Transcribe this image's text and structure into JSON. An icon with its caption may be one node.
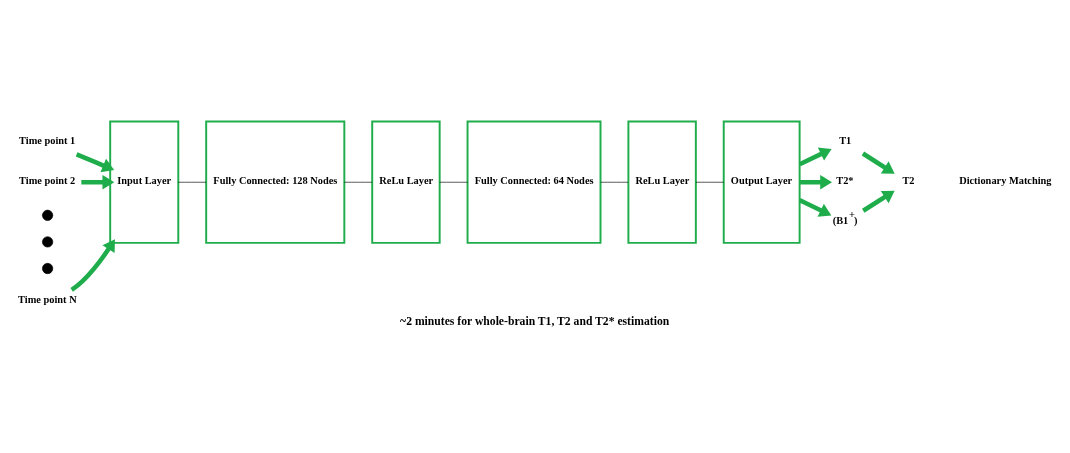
{
  "diagram": {
    "caption": "~2 minutes for whole-brain T1, T2 and T2* estimation",
    "nodes": [
      {
        "text": [
          "Time point 1"
        ]
      },
      {
        "text": [
          "Time point 2"
        ]
      },
      {
        "text": [],
        "shape": "circle"
      },
      {
        "text": [],
        "shape": "circle"
      },
      {
        "text": [],
        "shape": "circle"
      },
      {
        "text": [
          "Time point N"
        ]
      },
      {
        "text": [
          "Input Layer"
        ]
      },
      {
        "text": [
          "Fully Connected: 128 Nodes"
        ]
      },
      {
        "text": [
          "ReLu Layer"
        ]
      },
      {
        "text": [
          "Fully Connected: 64 Nodes"
        ]
      },
      {
        "text": [
          "ReLu Layer"
        ]
      },
      {
        "text": [
          "Output Layer"
        ]
      },
      {
        "text": [
          "T1"
        ]
      },
      {
        "text": [
          "T2*"
        ]
      },
      {
        "text": [
          "(B1$^{+}$)"
        ]
      },
      {
        "text": [
          "T2"
        ]
      }
    ],
    "edges": [
      {
        "from": 0,
        "to": 6,
        "arrow": "to"
      },
      {
        "from": 1,
        "to": 6,
        "arrow": "to"
      },
      {
        "from": 5,
        "to": 6,
        "arrow": "to"
      },
      {
        "from": 6,
        "to": 7,
        "arrow": "none",
        "color": "#000000"
      },
      {
        "from": 7,
        "to": 8,
        "arrow": "none",
        "color": "#000000"
      },
      {
        "from": 8,
        "to": 9,
        "arrow": "none",
        "color": "#000000"
      },
      {
        "from": 9,
        "to": 10,
        "arrow": "none",
        "color": "#000000"
      },
      {
        "from": 10,
        "to": 11,
        "arrow": "none",
        "color": "#000000"
      },
      {
        "from": 11,
        "to": 12,
        "arrow": "to"
      },
      {
        "from": 11,
        "to": 13,
        "arrow": "to"
      },
      {
        "from": 11,
        "to": 14,
        "arrow": "to"
      },
      {
        "from": 12,
        "to": 15,
        "arrow": "to"
      },
      {
        "from": 14,
        "to": 15,
        "arrow": "to"
      }
    ],
    "labels": [
      "Dictionary Matching"
    ]
  }
}
